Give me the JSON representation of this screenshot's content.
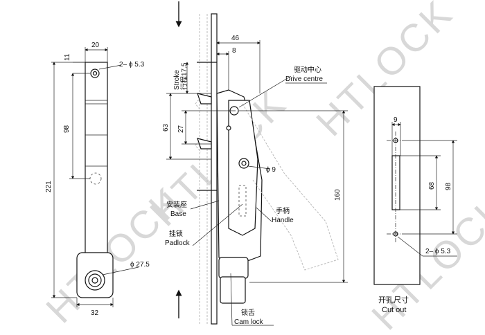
{
  "watermark": "HTLOCK",
  "left_view": {
    "dims": {
      "width_top": "20",
      "offset_top": "11",
      "hole_top": "2– ϕ 5.3",
      "center_distance": "98",
      "total_length": "221",
      "knob_dia": "ϕ 27.5",
      "width_bottom": "32"
    }
  },
  "main_view": {
    "dims": {
      "depth": "46",
      "offset": "8",
      "stroke": "Stroke\n行程17.5",
      "dim_63": "63",
      "dim_27": "27",
      "pivot_dia": "ϕ 9",
      "height": "160"
    },
    "labels": {
      "drive_centre_cn": "驱动中心",
      "drive_centre_en": "Drive centre",
      "base_cn": "安装座",
      "base_en": "Base",
      "handle_cn": "手柄",
      "handle_en": "Handle",
      "padlock_cn": "挂锁",
      "padlock_en": "Padlock",
      "camlock_cn": "锁舌",
      "camlock_en": "Cam lock"
    }
  },
  "cutout_view": {
    "dims": {
      "width": "9",
      "slot_len": "68",
      "total": "98",
      "holes": "2– ϕ 5.3"
    },
    "title_cn": "开孔尺寸",
    "title_en": "Cut out"
  }
}
